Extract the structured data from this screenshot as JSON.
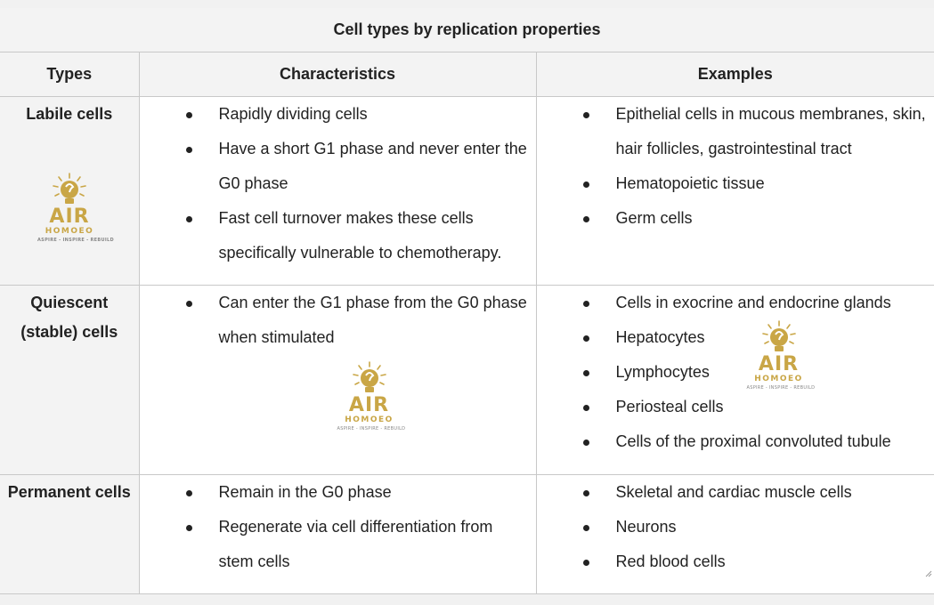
{
  "table": {
    "caption": "Cell types by replication properties",
    "headers": [
      "Types",
      "Characteristics",
      "Examples"
    ],
    "rows": [
      {
        "type": "Labile cells",
        "characteristics": [
          "Rapidly dividing cells",
          "Have a short G1 phase and never enter the",
          "G0 phase",
          "Fast cell turnover makes these cells",
          "specifically vulnerable to chemotherapy."
        ],
        "examples": [
          "Epithelial cells in mucous membranes, skin,",
          "hair follicles, gastrointestinal tract",
          "Hematopoietic tissue",
          "Germ cells"
        ]
      },
      {
        "type_line1": "Quiescent",
        "type_line2": "(stable) cells",
        "characteristics": [
          "Can enter the G1 phase from the G0 phase",
          "when stimulated"
        ],
        "examples": [
          "Cells in exocrine and endocrine glands",
          "Hepatocytes",
          "Lymphocytes",
          "Periosteal cells",
          "Cells of the proximal convoluted tubule"
        ]
      },
      {
        "type": "Permanent cells",
        "characteristics": [
          "Remain in the G0 phase",
          "Regenerate via cell differentiation from",
          "stem cells"
        ],
        "examples": [
          "Skeletal and cardiac muscle cells",
          "Neurons",
          "Red blood cells"
        ]
      }
    ]
  },
  "logo": {
    "brand": "AIR",
    "sub": "HOMOEO",
    "tagline": "ASPIRE - INSPIRE - REBUILD",
    "color": "#c9a646"
  }
}
